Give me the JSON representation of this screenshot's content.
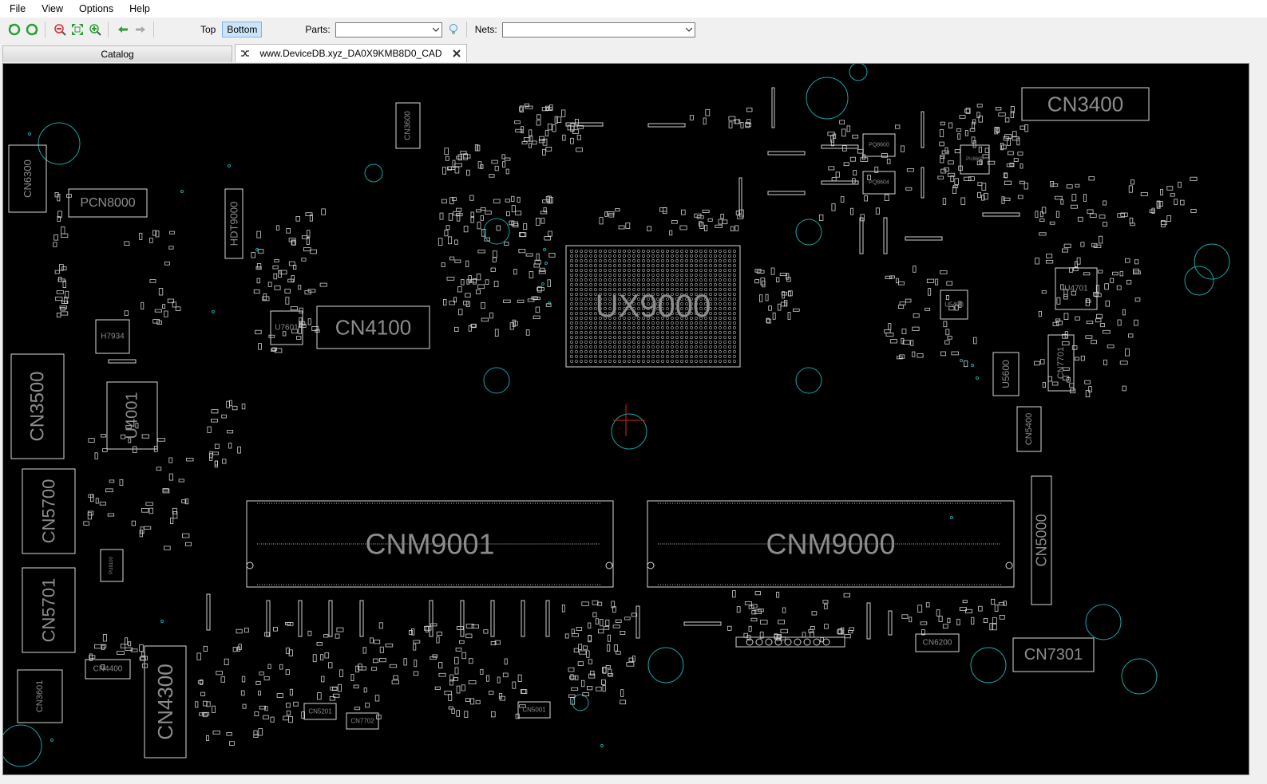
{
  "menu": [
    "File",
    "View",
    "Options",
    "Help"
  ],
  "toolbar": {
    "icons": [
      "refresh-green-icon",
      "reload-green-icon",
      "zoom-out-red-icon",
      "fit-view-icon",
      "zoom-in-green-icon",
      "arrow-left-icon",
      "arrow-right-icon"
    ],
    "top_label": "Top",
    "bottom_label": "Bottom",
    "active_side": "Bottom",
    "parts_label": "Parts:",
    "parts_value": "",
    "nets_label": "Nets:",
    "nets_value": ""
  },
  "tabs": [
    {
      "label": "Catalog",
      "active": false
    },
    {
      "label": "www.DeviceDB.xyz_DA0X9KMB8D0_CAD",
      "active": true
    }
  ],
  "board": {
    "background": "#000000",
    "outline_color": "#d8d8d8",
    "hole_color": "#1aa3a3",
    "cursor_color": "#e02020",
    "components": [
      {
        "label": "UX9000"
      },
      {
        "label": "CNM9001"
      },
      {
        "label": "CNM9000"
      },
      {
        "label": "CN3400"
      },
      {
        "label": "CN4100"
      },
      {
        "label": "PCN8000"
      },
      {
        "label": "CN3500"
      },
      {
        "label": "U4001"
      },
      {
        "label": "CN5700"
      },
      {
        "label": "CN5701"
      },
      {
        "label": "CN4300"
      },
      {
        "label": "CN5000"
      },
      {
        "label": "CN7301"
      },
      {
        "label": "HDT9000"
      },
      {
        "label": "CN3600"
      },
      {
        "label": "CN6300"
      },
      {
        "label": "H7934"
      },
      {
        "label": "U7601"
      },
      {
        "label": "CN3601"
      },
      {
        "label": "CN4400"
      },
      {
        "label": "U4701"
      },
      {
        "label": "CN7701"
      },
      {
        "label": "U5600"
      },
      {
        "label": "CN5400"
      },
      {
        "label": "U5400"
      },
      {
        "label": "CN6200"
      },
      {
        "label": "CN5201"
      },
      {
        "label": "CN7702"
      },
      {
        "label": "CN5001"
      },
      {
        "label": "PU8100"
      },
      {
        "label": "PQ8600"
      },
      {
        "label": "PQ8604"
      },
      {
        "label": "PU8600"
      }
    ]
  }
}
